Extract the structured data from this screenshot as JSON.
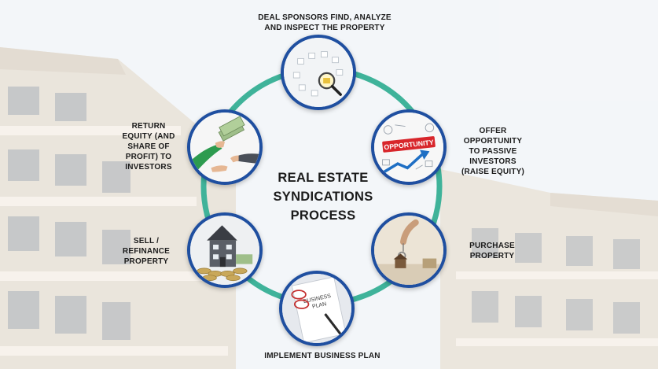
{
  "diagram": {
    "title": "REAL ESTATE\nSYNDICATIONS\nPROCESS",
    "steps": [
      {
        "label": "DEAL SPONSORS FIND, ANALYZE\nAND INSPECT THE PROPERTY",
        "icon": "houses-magnifier-icon"
      },
      {
        "label": "OFFER\nOPPORTUNITY\nTO PASSIVE\nINVESTORS\n(RAISE EQUITY)",
        "icon": "opportunity-chart-icon",
        "image_text": "OPPORTUNITY"
      },
      {
        "label": "PURCHASE\nPROPERTY",
        "icon": "house-keys-icon"
      },
      {
        "label": "IMPLEMENT BUSINESS PLAN",
        "icon": "business-plan-icon",
        "image_text": "BUSINESS\nPLAN"
      },
      {
        "label": "SELL /\nREFINANCE\nPROPERTY",
        "icon": "house-coins-icon"
      },
      {
        "label": "RETURN\nEQUITY (AND\nSHARE OF\nPROFIT) TO\nINVESTORS",
        "icon": "cash-handover-icon"
      }
    ]
  },
  "colors": {
    "ring": "#3fb39a",
    "node_border": "#1f4fa0",
    "text": "#1b1b1b",
    "opportunity_red": "#d8262b"
  }
}
